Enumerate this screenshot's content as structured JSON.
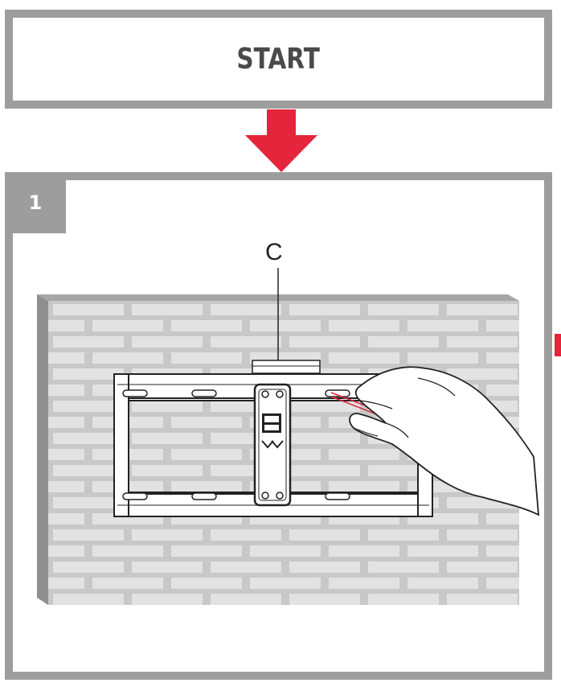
{
  "start": {
    "label": "START"
  },
  "step": {
    "number": "1"
  },
  "illustration": {
    "callout_label": "C",
    "arrow_color": "#e4253b",
    "frame_color": "#9d9d9d",
    "wall_color": "#c8c8c8",
    "brick_color": "#e2e2e2",
    "icons": [
      "down-arrow-icon",
      "wall-bracket-icon",
      "hand-icon",
      "pencil-icon"
    ]
  }
}
